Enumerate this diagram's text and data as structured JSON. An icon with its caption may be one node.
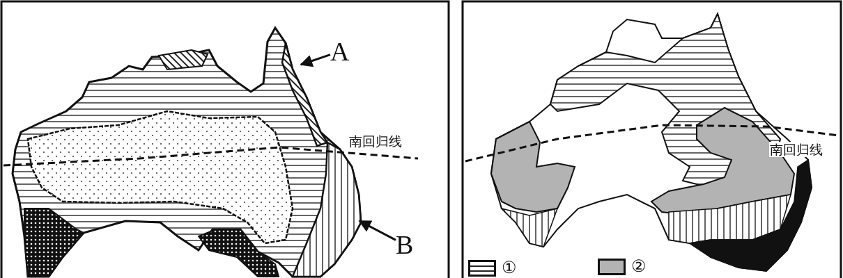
{
  "diagram": {
    "nodes": [
      {
        "text": [
          "A"
        ]
      },
      {
        "text": [
          "B"
        ]
      }
    ],
    "edges": [
      {
        "from": 0,
        "to": null,
        "arrow": "to"
      },
      {
        "from": 1,
        "to": null,
        "arrow": "to"
      }
    ],
    "labels": [
      "南回归线",
      "南回归线"
    ],
    "legend": [
      {
        "text": "①"
      },
      {
        "text": "②",
        "color": "#b3b3b3"
      }
    ]
  }
}
